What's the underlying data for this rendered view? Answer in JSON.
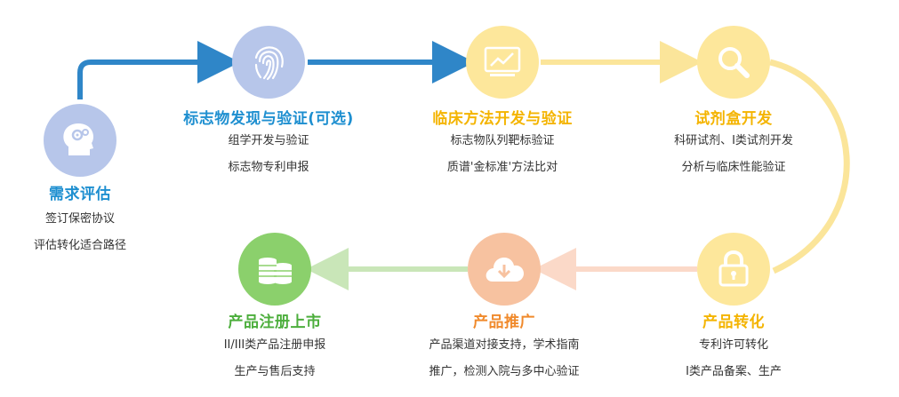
{
  "colors": {
    "blue_line": "#2f86c8",
    "blue_circle": "#b7c6ea",
    "blue_title": "#1e8fd0",
    "yellow_line": "#fbe59a",
    "yellow_circle": "#fde79b",
    "yellow_title": "#f4b400",
    "orange_circle": "#f7c2a0",
    "orange_title": "#f08a2c",
    "peach_line": "#fbd9c8",
    "green_circle": "#8bd06c",
    "green_title": "#4cae3c",
    "green_line": "#c9e6b8"
  },
  "steps": [
    {
      "id": "demand",
      "title": "需求评估",
      "lines": [
        "签订保密协议",
        "评估转化适合路径"
      ],
      "icon": "head-gear-icon"
    },
    {
      "id": "biomarker",
      "title": "标志物发现与验证(可选)",
      "lines": [
        "组学开发与验证",
        "标志物专利申报"
      ],
      "icon": "fingerprint-icon"
    },
    {
      "id": "clinical",
      "title": "临床方法开发与验证",
      "lines": [
        "标志物队列靶标验证",
        "质谱'金标准'方法比对"
      ],
      "icon": "monitor-chart-icon"
    },
    {
      "id": "kit",
      "title": "试剂盒开发",
      "lines": [
        "科研试剂、I类试剂开发",
        "分析与临床性能验证"
      ],
      "icon": "magnifier-icon"
    },
    {
      "id": "transform",
      "title": "产品转化",
      "lines": [
        "专利许可转化",
        "I类产品备案、生产"
      ],
      "icon": "lock-icon"
    },
    {
      "id": "promotion",
      "title": "产品推广",
      "lines": [
        "产品渠道对接支持，学术指南",
        "推广，检测入院与多中心验证"
      ],
      "icon": "cloud-download-icon"
    },
    {
      "id": "registration",
      "title": "产品注册上市",
      "lines": [
        "II/III类产品注册申报",
        "生产与售后支持"
      ],
      "icon": "coin-stack-icon"
    }
  ]
}
